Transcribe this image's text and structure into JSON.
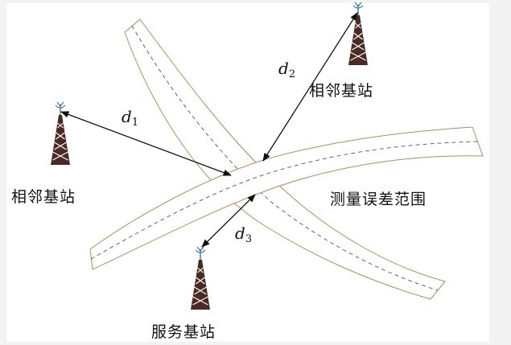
{
  "labels": {
    "neighbor_top": "相邻基站",
    "neighbor_left": "相邻基站",
    "serving": "服务基站",
    "error_range": "测量误差范围"
  },
  "distances": {
    "d1": {
      "var": "d",
      "sub": "1"
    },
    "d2": {
      "var": "d",
      "sub": "2"
    },
    "d3": {
      "var": "d",
      "sub": "3"
    }
  }
}
